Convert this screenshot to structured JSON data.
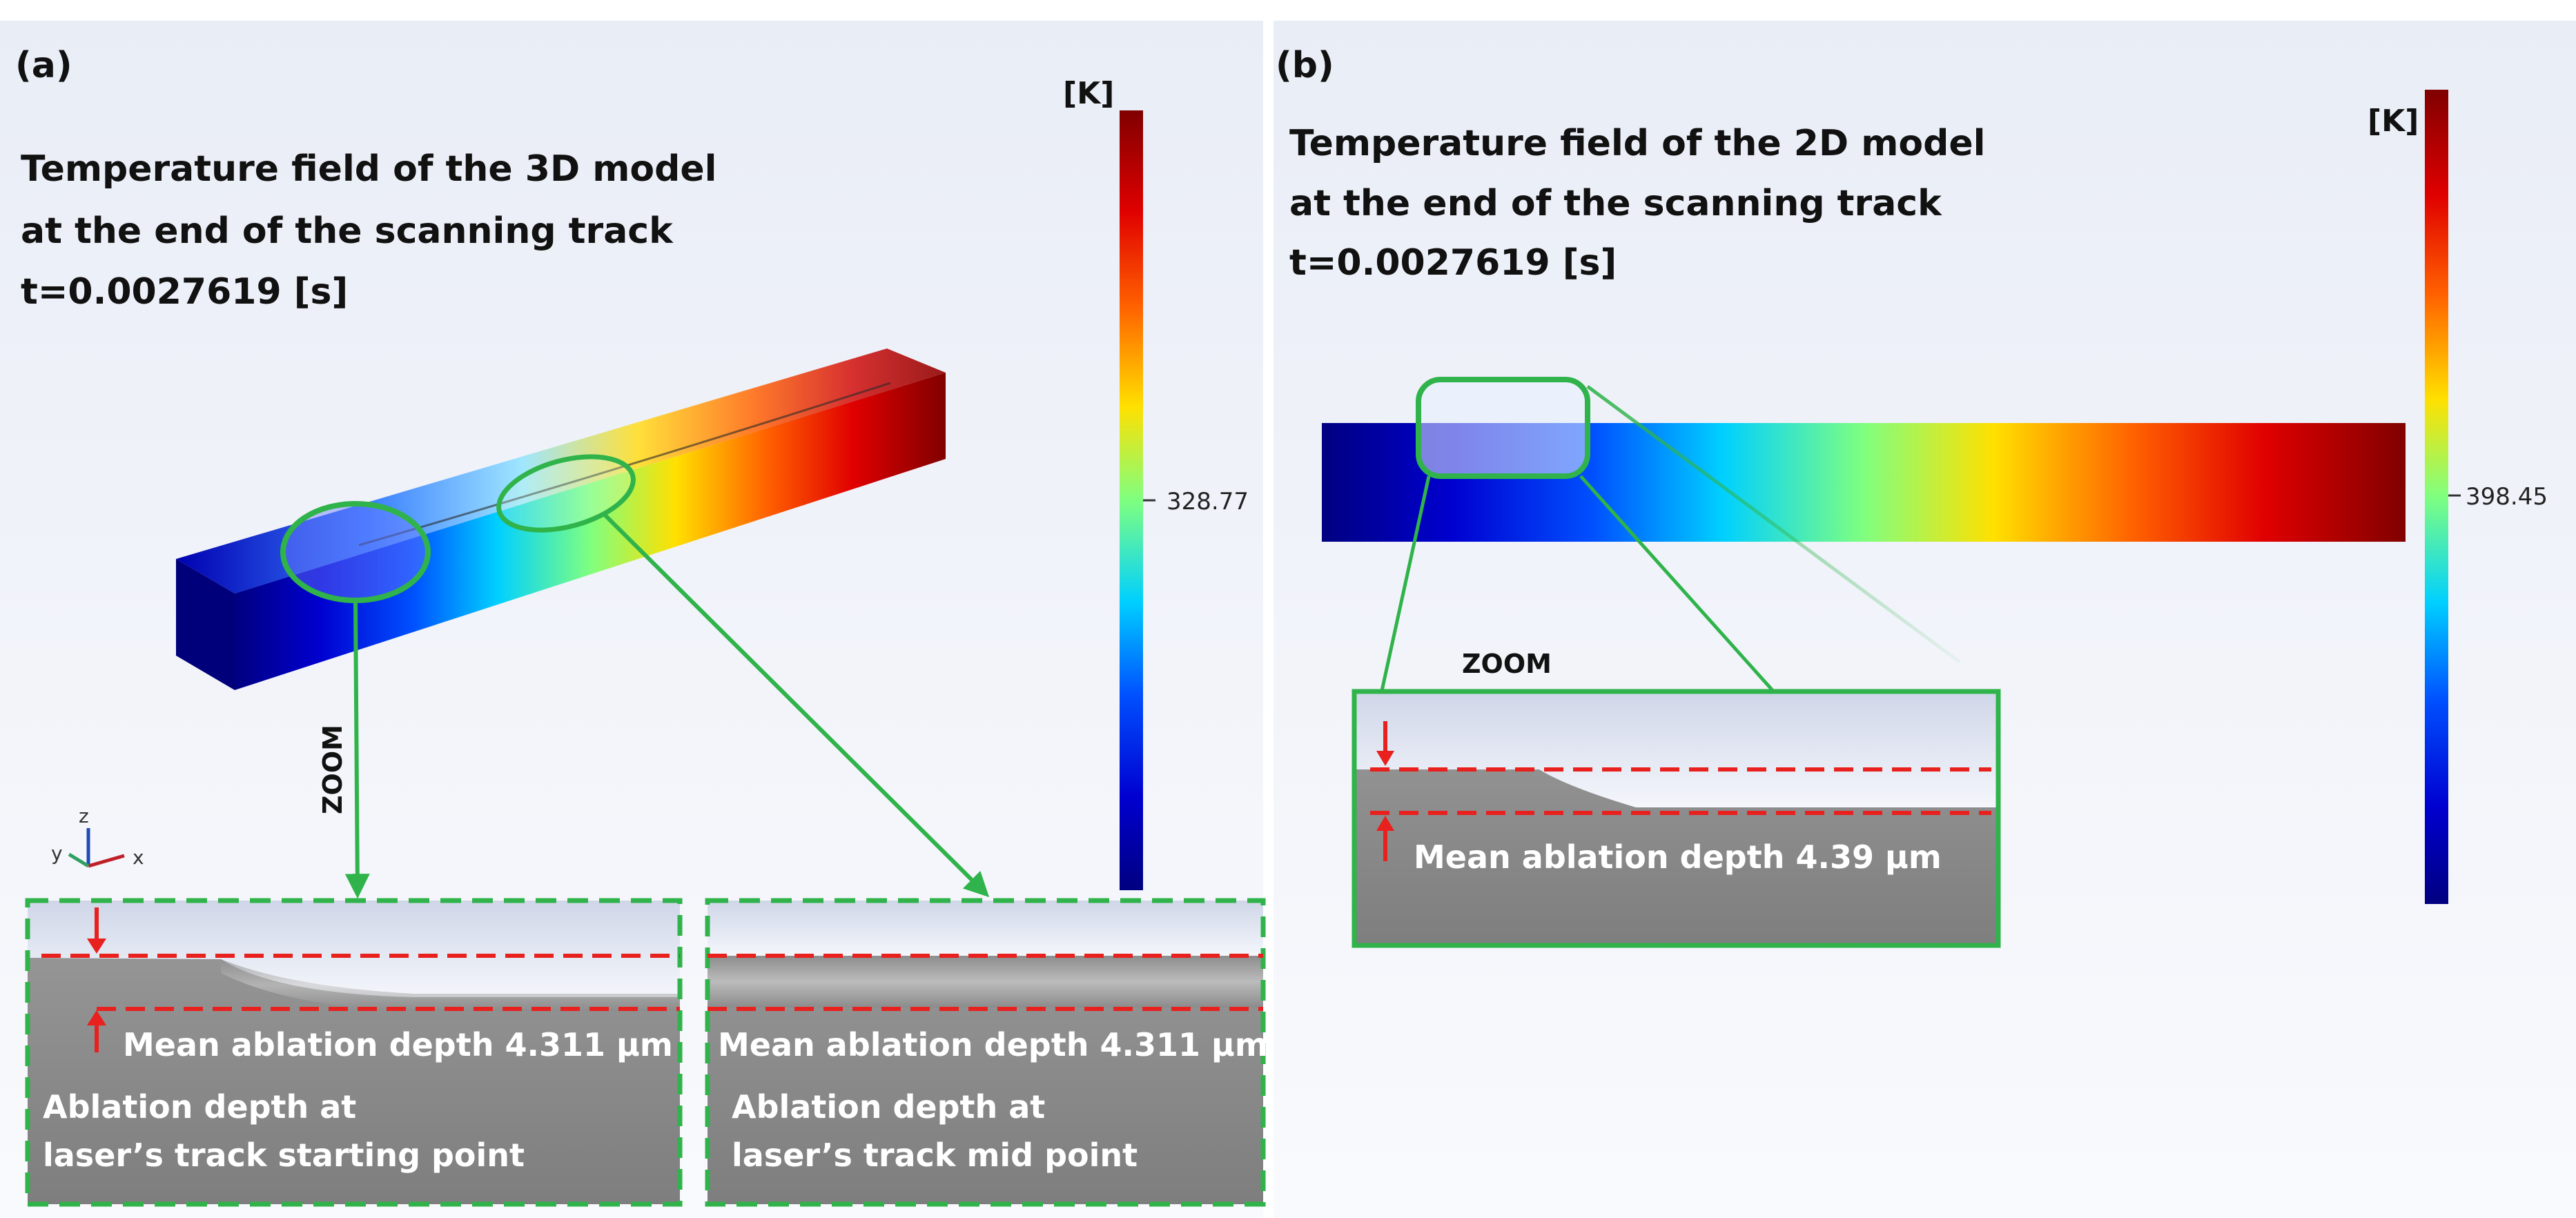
{
  "panel_a": {
    "label": "(a)",
    "title_lines": [
      "Temperature field of the 3D model",
      "at the end of the scanning track",
      "t=0.0027619 [s]"
    ],
    "colorbar": {
      "unit": "[K]",
      "mid_value": "328.77"
    },
    "zoom_label": "ZOOM",
    "axes": {
      "z": "z",
      "y": "y",
      "x": "x"
    },
    "zoom_start": {
      "depth_label": "Mean ablation depth 4.311 μm",
      "caption_lines": [
        "Ablation depth at",
        "laser’s track starting point"
      ]
    },
    "zoom_mid": {
      "depth_label": "Mean ablation depth 4.311 μm",
      "caption_lines": [
        "Ablation depth at",
        "laser’s track mid point"
      ]
    }
  },
  "panel_b": {
    "label": "(b)",
    "title_lines": [
      "Temperature field of the 2D model",
      "at the end of the scanning track",
      "t=0.0027619 [s]"
    ],
    "colorbar": {
      "unit": "[K]",
      "mid_value": "398.45"
    },
    "zoom_label": "ZOOM",
    "zoom": {
      "depth_label": "Mean ablation depth 4.39 μm"
    }
  },
  "colors": {
    "highlight_green": "#2fb34a",
    "depth_red": "#e8201e",
    "background": "#eef1f8",
    "surface_gray": "#8f8f8f"
  }
}
